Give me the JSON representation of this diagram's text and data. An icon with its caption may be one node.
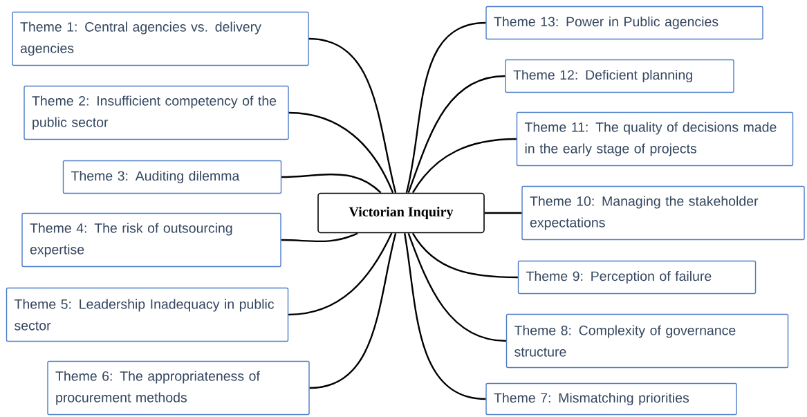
{
  "diagram": {
    "nodes": [
      {
        "text": [
          "Victorian Inquiry"
        ]
      },
      {
        "text": [
          "Theme 1: Central agencies vs. delivery agencies"
        ]
      },
      {
        "text": [
          "Theme 2: Insufficient competency of the public sector"
        ]
      },
      {
        "text": [
          "Theme 3: Auditing dilemma"
        ]
      },
      {
        "text": [
          "Theme 4: The risk of outsourcing expertise"
        ]
      },
      {
        "text": [
          "Theme 5:  Leadership Inadequacy in public sector"
        ]
      },
      {
        "text": [
          "Theme 6: The appropriateness of procurement methods"
        ]
      },
      {
        "text": [
          "Theme 13: Power in Public agencies"
        ]
      },
      {
        "text": [
          "Theme 12: Deficient planning"
        ]
      },
      {
        "text": [
          "Theme 11:  The quality of decisions made in the early stage of projects"
        ]
      },
      {
        "text": [
          "Theme 10: Managing the stakeholder expectations"
        ]
      },
      {
        "text": [
          "Theme 9: Perception of failure"
        ]
      },
      {
        "text": [
          "Theme 8: Complexity of governance structure"
        ]
      },
      {
        "text": [
          "Theme 7: Mismatching priorities"
        ]
      }
    ],
    "edges": [
      {
        "from": 0,
        "to": 1,
        "arrow": "none"
      },
      {
        "from": 0,
        "to": 2,
        "arrow": "none"
      },
      {
        "from": 0,
        "to": 3,
        "arrow": "none"
      },
      {
        "from": 0,
        "to": 4,
        "arrow": "none"
      },
      {
        "from": 0,
        "to": 5,
        "arrow": "none"
      },
      {
        "from": 0,
        "to": 6,
        "arrow": "none"
      },
      {
        "from": 0,
        "to": 7,
        "arrow": "none"
      },
      {
        "from": 0,
        "to": 8,
        "arrow": "none"
      },
      {
        "from": 0,
        "to": 9,
        "arrow": "none"
      },
      {
        "from": 0,
        "to": 10,
        "arrow": "none"
      },
      {
        "from": 0,
        "to": 11,
        "arrow": "none"
      },
      {
        "from": 0,
        "to": 12,
        "arrow": "none"
      },
      {
        "from": 0,
        "to": 13,
        "arrow": "none"
      }
    ]
  }
}
